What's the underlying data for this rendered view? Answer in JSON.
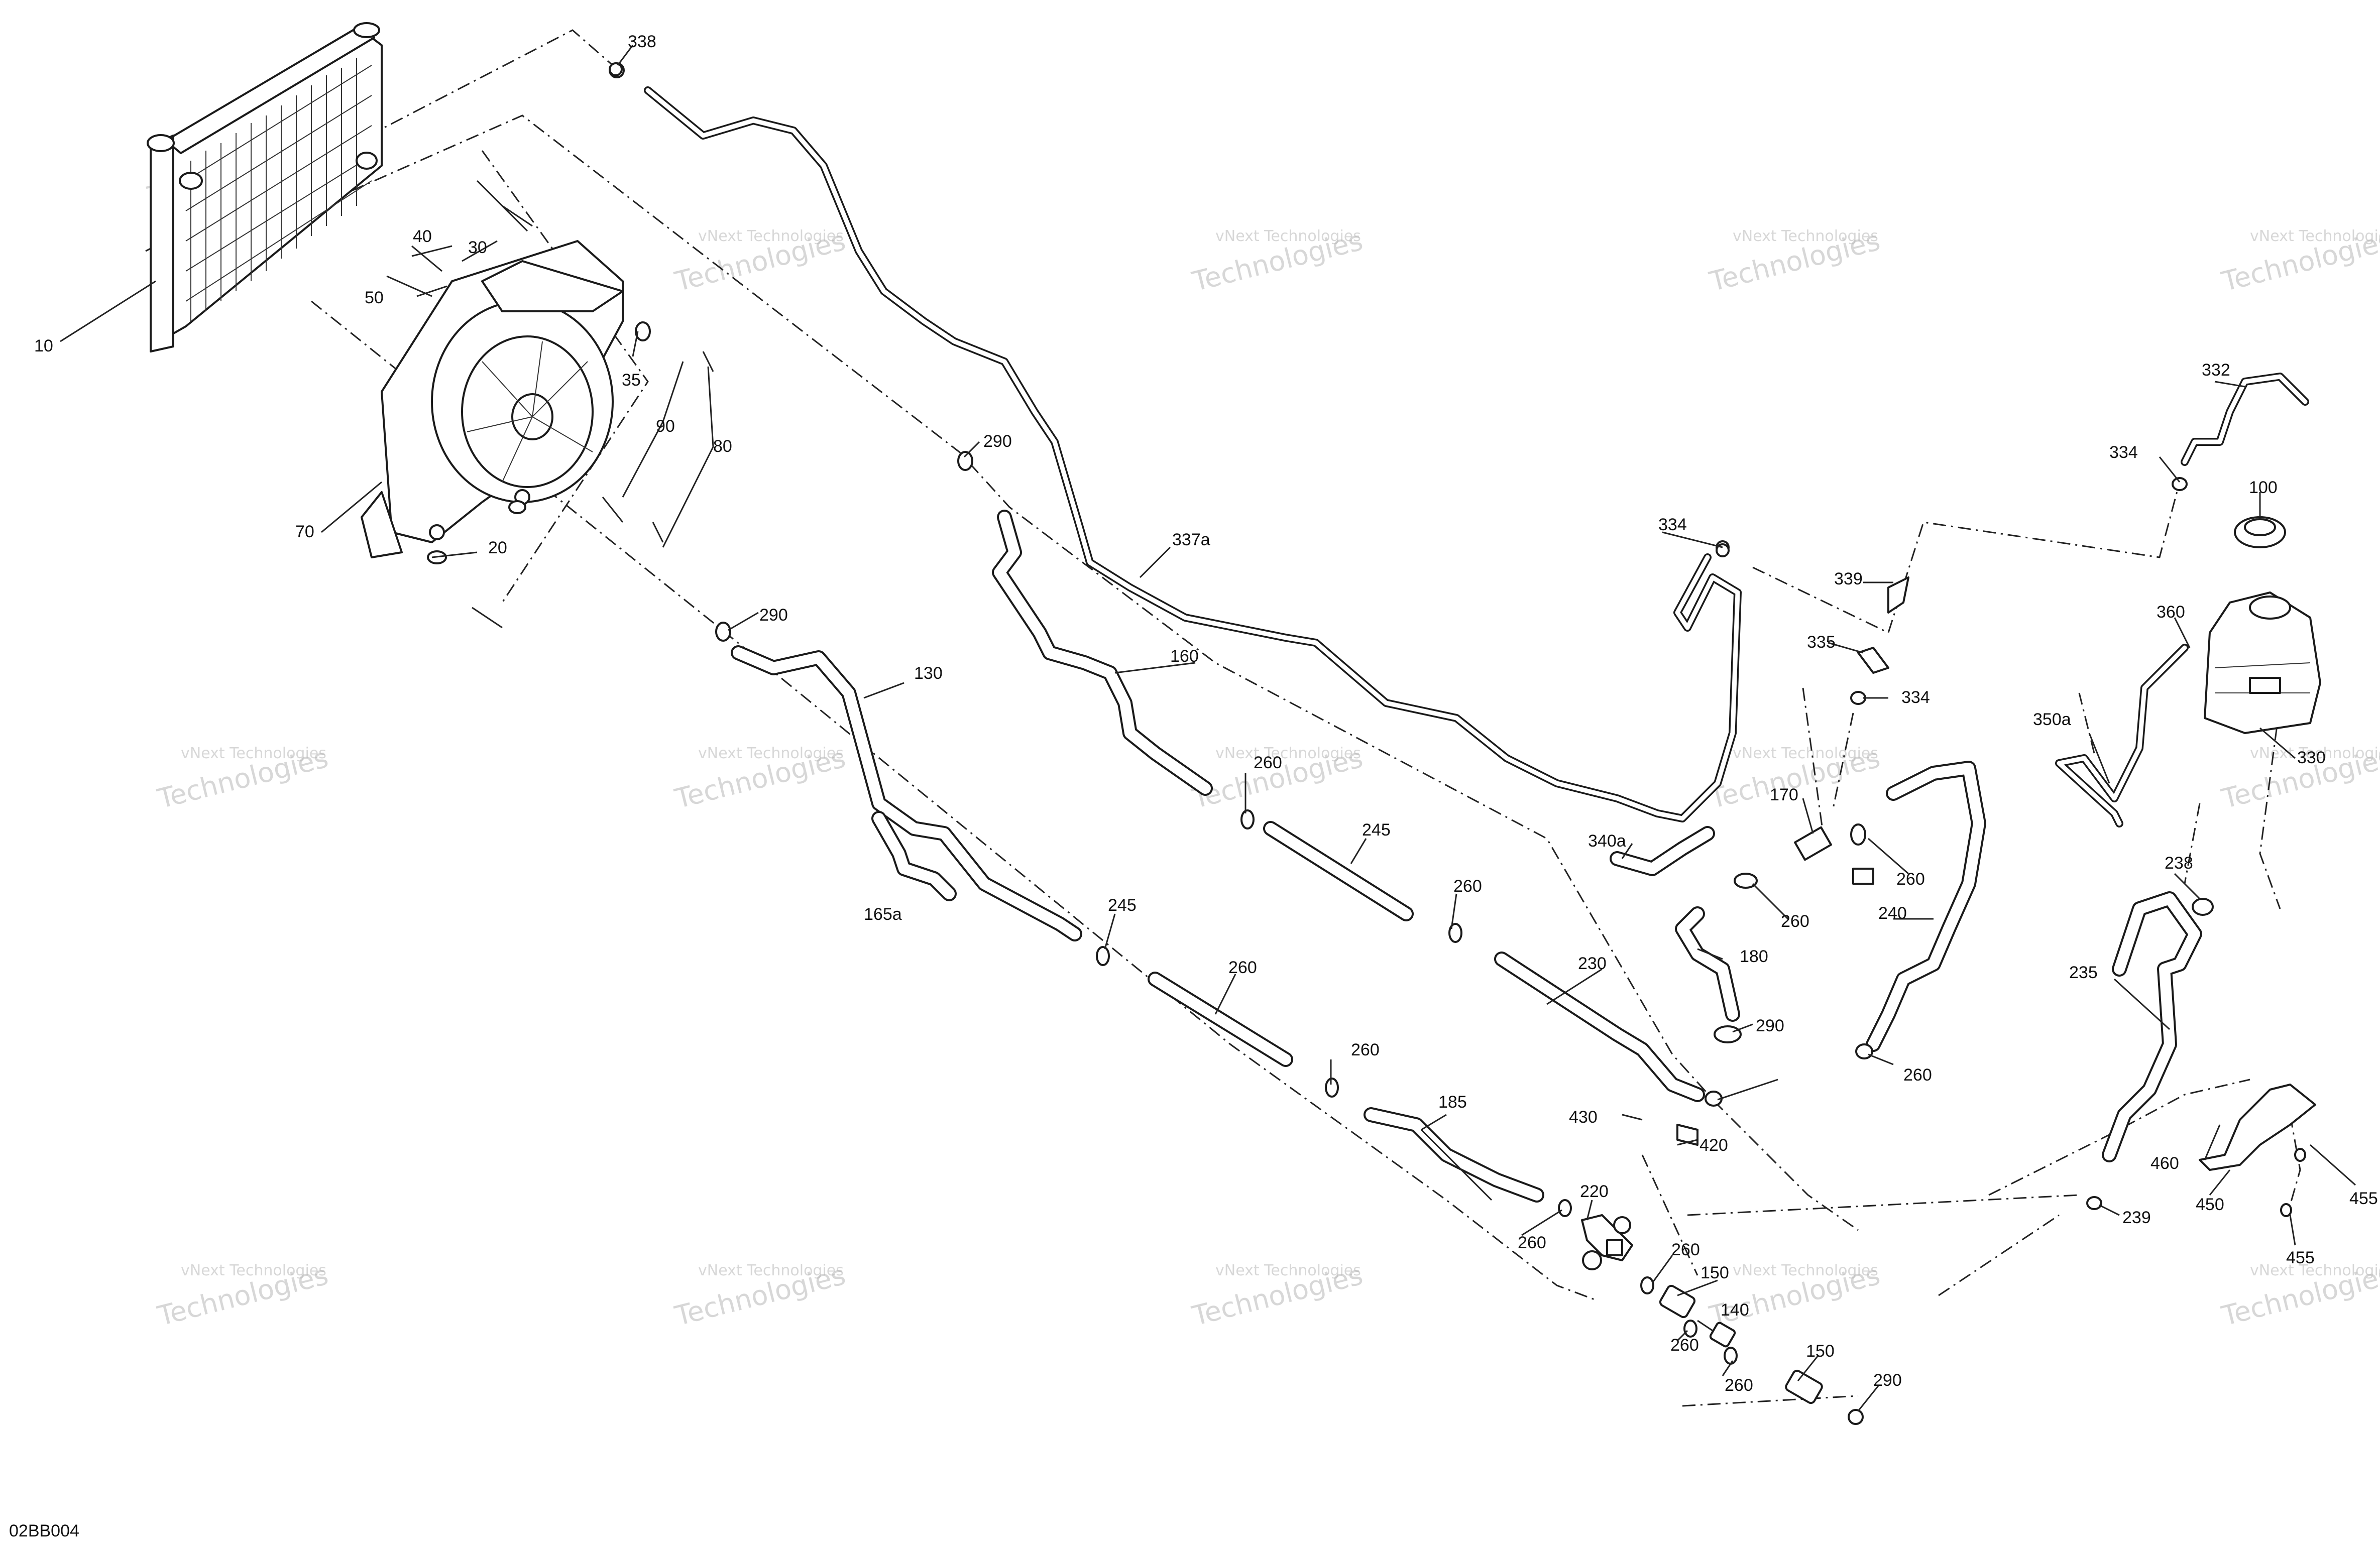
{
  "diagram_code": "02BB004",
  "watermark": {
    "line1": "vNext Technologies",
    "line2a": "vNext",
    "line2b": "Technologies"
  },
  "callouts": [
    "10",
    "20",
    "30",
    "35",
    "40",
    "50",
    "70",
    "80",
    "90",
    "338",
    "290",
    "290",
    "337a",
    "130",
    "165a",
    "160",
    "260",
    "245",
    "260",
    "245",
    "260",
    "260",
    "185",
    "230",
    "220",
    "260",
    "260",
    "150",
    "140",
    "260",
    "260",
    "150",
    "290",
    "334",
    "339",
    "335",
    "334",
    "340a",
    "170",
    "260",
    "260",
    "180",
    "290",
    "240",
    "260",
    "430",
    "420",
    "332",
    "334",
    "100",
    "360",
    "330",
    "350a",
    "238",
    "235",
    "460",
    "450",
    "455",
    "455",
    "239"
  ],
  "icons": [
    "radiator",
    "fan-shroud",
    "coolant-reservoir",
    "reservoir-cap",
    "water-pump",
    "bracket"
  ]
}
